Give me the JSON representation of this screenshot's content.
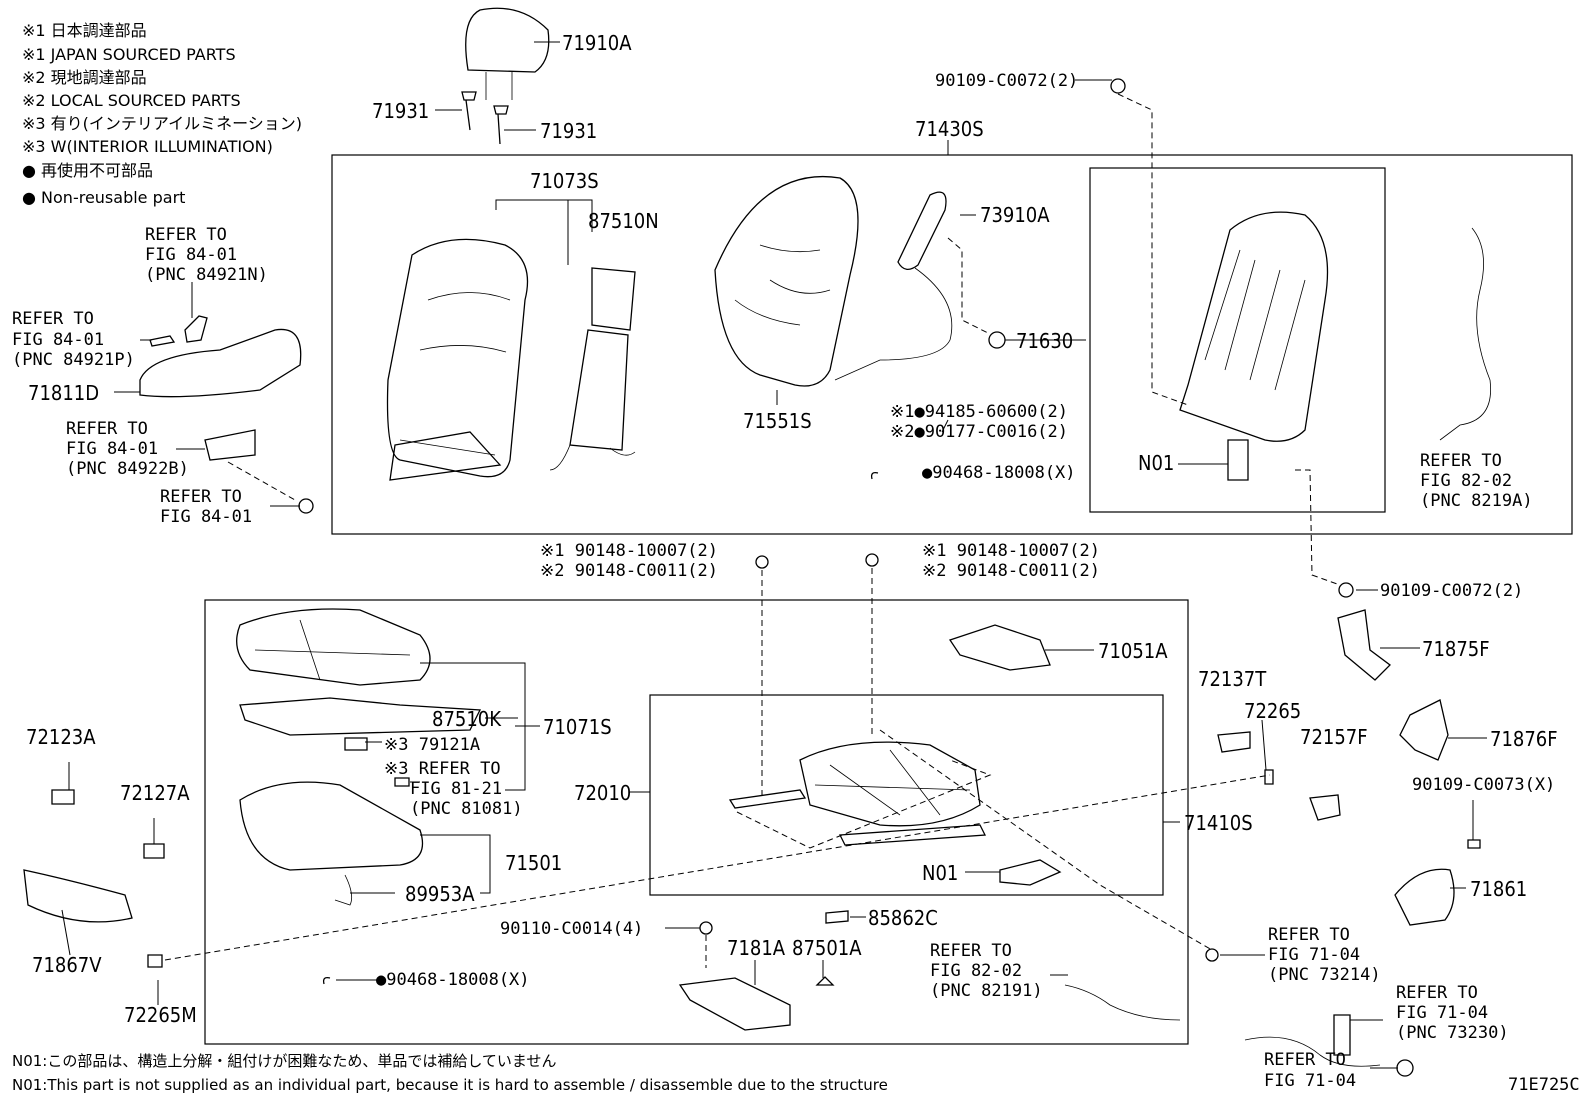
{
  "legend": [
    "※1 日本調達部品",
    "※1 JAPAN SOURCED PARTS",
    "※2 現地調達部品",
    "※2 LOCAL SOURCED PARTS",
    "※3 有り(インテリアイルミネーション)",
    "※3 W(INTERIOR ILLUMINATION)",
    "● 再使用不可部品",
    "● Non-reusable part"
  ],
  "parts": {
    "p71910A": "71910A",
    "p71931a": "71931",
    "p71931b": "71931",
    "p90109_C0072_top": "90109-C0072(2)",
    "p71430S": "71430S",
    "p71073S": "71073S",
    "p87510N": "87510N",
    "p73910A": "73910A",
    "p71630": "71630",
    "p71551S": "71551S",
    "p94185": "※1●94185-60600(2)",
    "p90177": "※2●90177-C0016(2)",
    "p90468_top": "●90468-18008(X)",
    "pN01_top": "N01",
    "p71811D": "71811D",
    "p90148_L1": "※1 90148-10007(2)",
    "p90148_L2": "※2 90148-C0011(2)",
    "p90148_R1": "※1 90148-10007(2)",
    "p90148_R2": "※2 90148-C0011(2)",
    "p90109_C0072_right": "90109-C0072(2)",
    "p71875F": "71875F",
    "p71051A": "71051A",
    "p72137T": "72137T",
    "p72265": "72265",
    "p71876F": "71876F",
    "p72157F": "72157F",
    "p90109_C0073": "90109-C0073(X)",
    "p71861": "71861",
    "p87510K": "87510K",
    "p71071S": "71071S",
    "p79121A": "※3 79121A",
    "p72123A": "72123A",
    "p72127A": "72127A",
    "p72010": "72010",
    "p71410S": "71410S",
    "p71501": "71501",
    "p89953A": "89953A",
    "pN01_bottom": "N01",
    "p85862C": "85862C",
    "p71867V": "71867V",
    "p90110": "90110-C0014(4)",
    "p7181A": "7181A",
    "p87501A": "87501A",
    "p72265M": "72265M",
    "p90468_bottom": "●90468-18008(X)"
  },
  "refers": {
    "r84921N": [
      "REFER TO",
      "FIG 84-01",
      "(PNC 84921N)"
    ],
    "r84921P": [
      "REFER TO",
      "FIG 84-01",
      "(PNC 84921P)"
    ],
    "r84922B": [
      "REFER TO",
      "FIG 84-01",
      "(PNC 84922B)"
    ],
    "r8401": [
      "REFER TO",
      "FIG 84-01"
    ],
    "r8219A": [
      "REFER TO",
      "FIG 82-02",
      "(PNC 8219A)"
    ],
    "r81081": [
      "※3 REFER TO",
      "FIG 81-21",
      "(PNC 81081)"
    ],
    "r82191": [
      "REFER TO",
      "FIG 82-02",
      "(PNC 82191)"
    ],
    "r73214": [
      "REFER TO",
      "FIG 71-04",
      "(PNC 73214)"
    ],
    "r73230": [
      "REFER TO",
      "FIG 71-04",
      "(PNC 73230)"
    ],
    "r7104": [
      "REFER TO",
      "FIG 71-04"
    ]
  },
  "footnotes": {
    "jp": "N01:この部品は、構造上分解・組付けが困難なため、単品では補給していません",
    "en": "N01:This part is not supplied as an individual part, because it is hard to assemble / disassemble due to the structure"
  },
  "figure_code": "71E725C"
}
